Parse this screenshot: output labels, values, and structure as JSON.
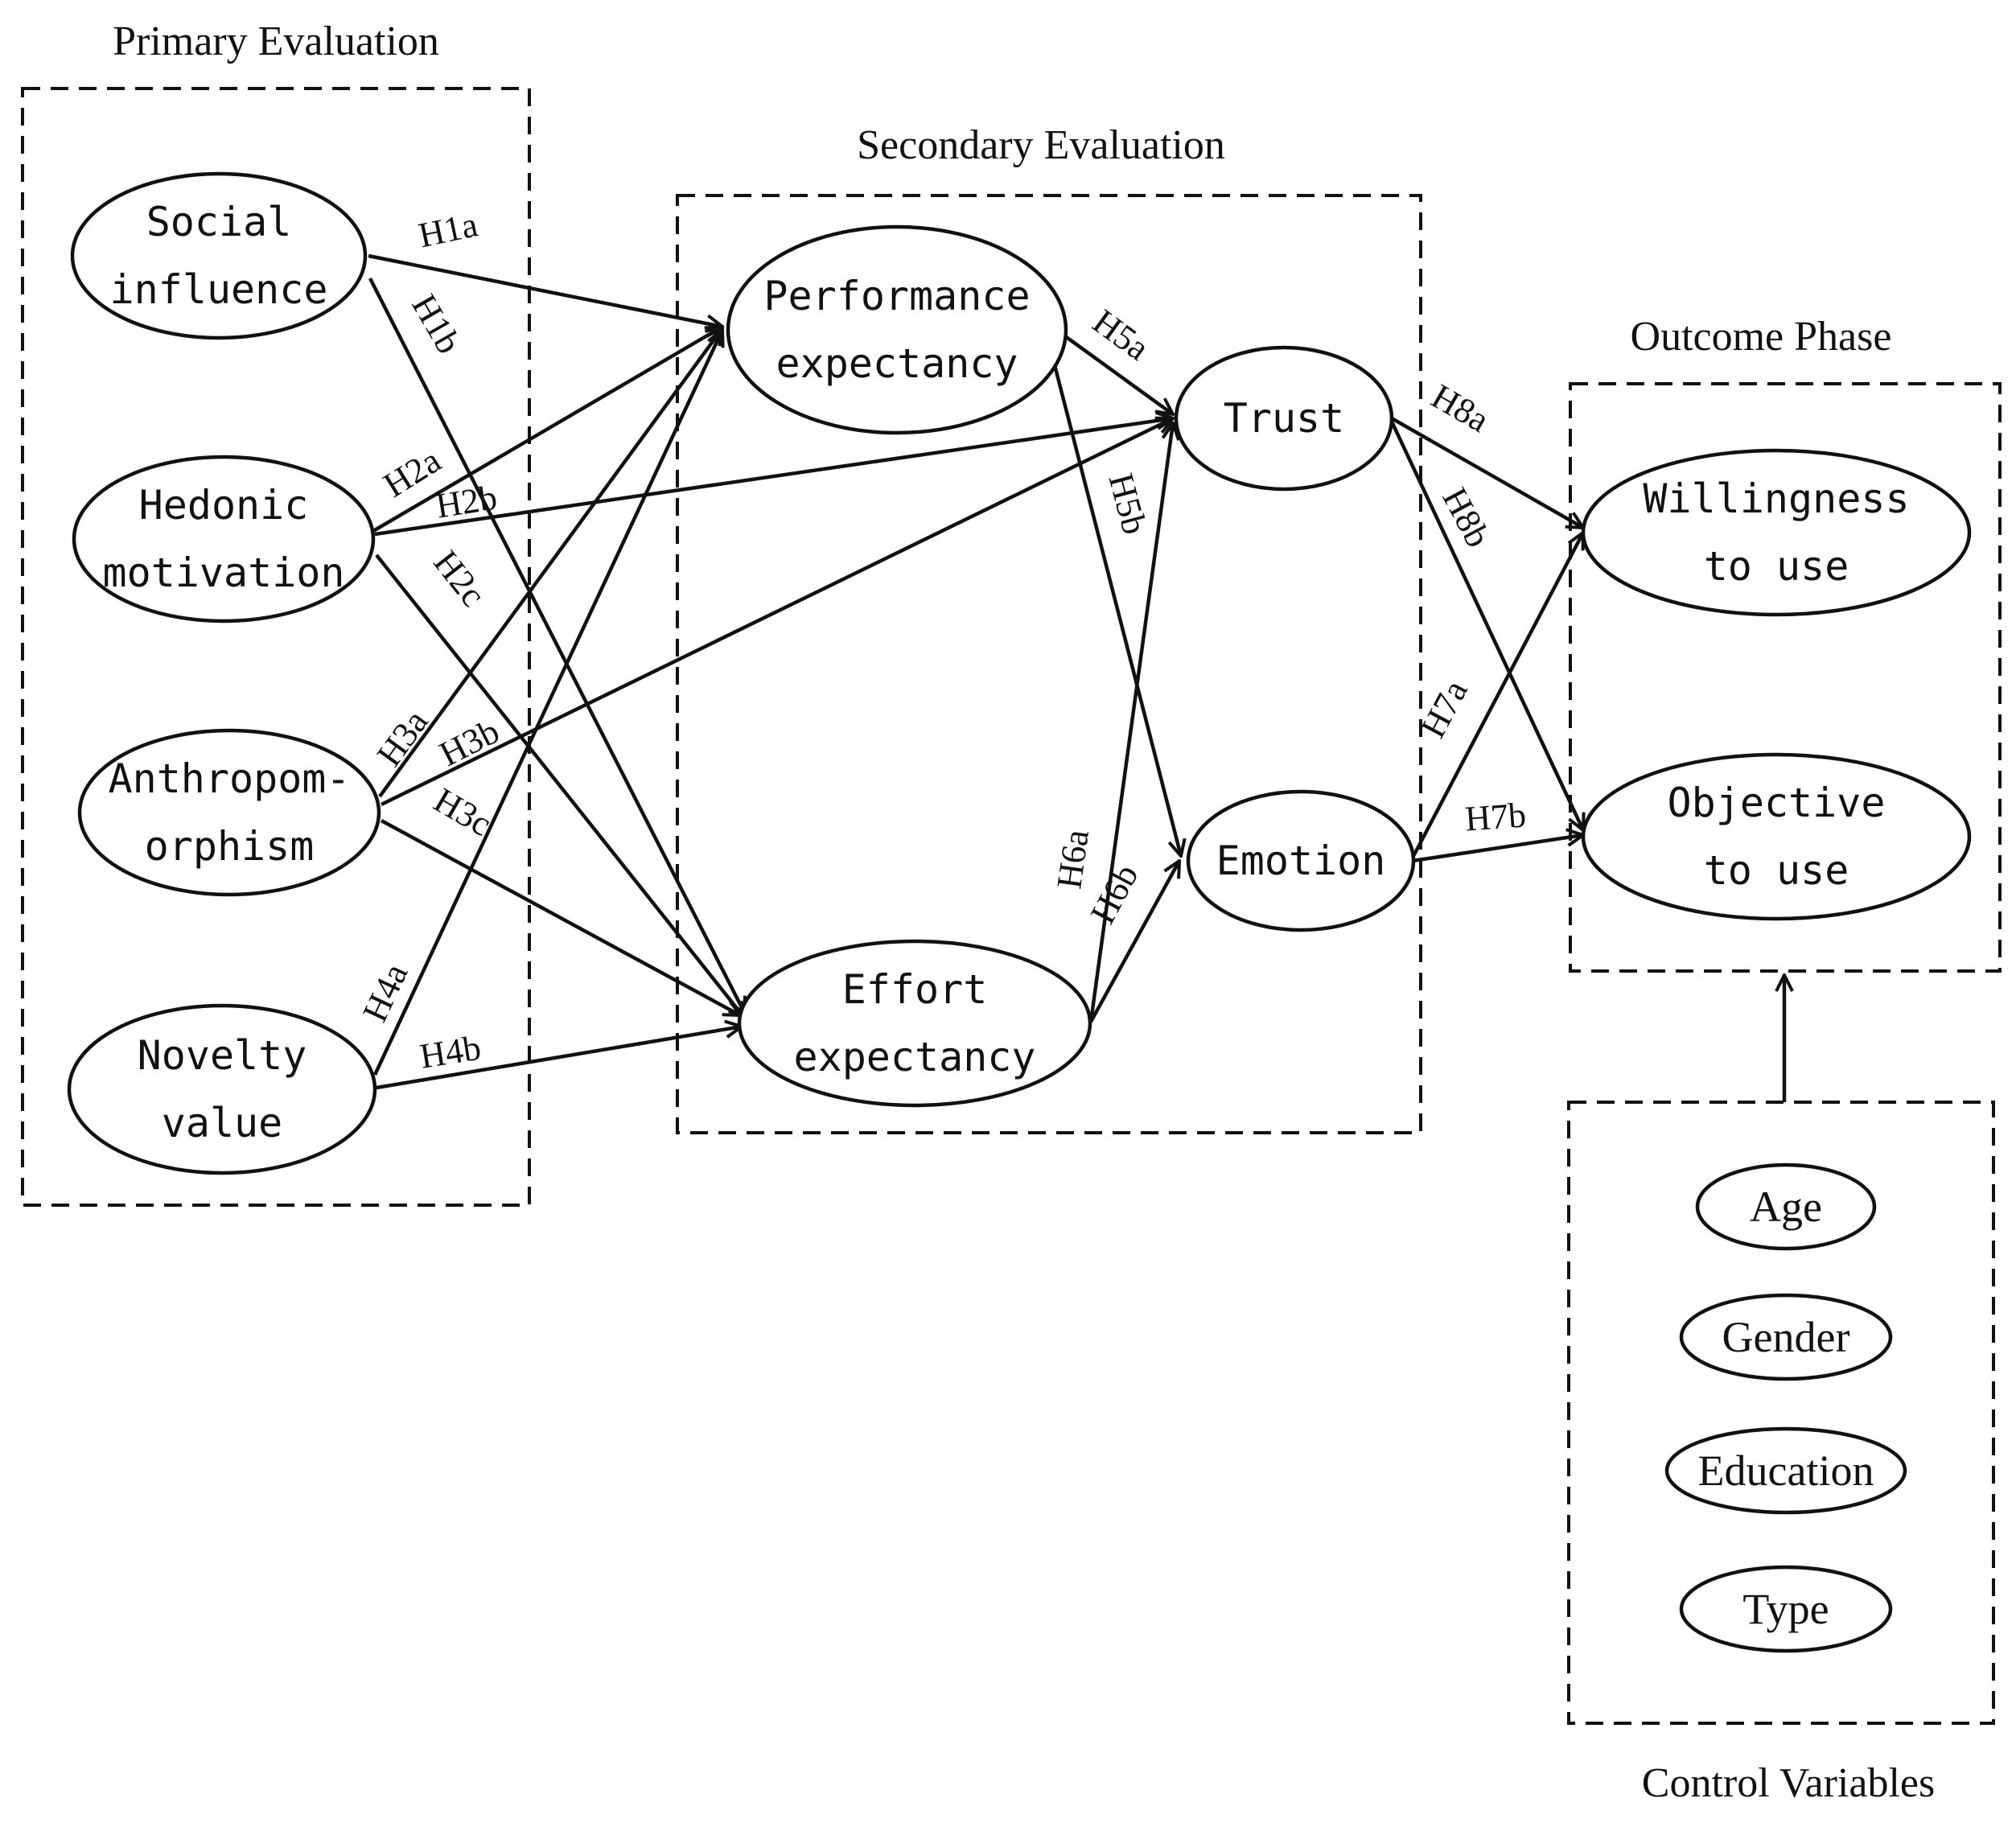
{
  "groups": {
    "primary": {
      "title": "Primary Evaluation"
    },
    "secondary": {
      "title": "Secondary Evaluation"
    },
    "outcome": {
      "title": "Outcome Phase"
    },
    "control": {
      "title": "Control Variables"
    }
  },
  "nodes": {
    "social": {
      "lines": [
        "Social",
        "influence"
      ]
    },
    "hedonic": {
      "lines": [
        "Hedonic",
        "motivation"
      ]
    },
    "anthro": {
      "lines": [
        "Anthropom-",
        "orphism"
      ]
    },
    "novelty": {
      "lines": [
        "Novelty",
        "value"
      ]
    },
    "perf": {
      "lines": [
        "Performance",
        "expectancy"
      ]
    },
    "effort": {
      "lines": [
        "Effort",
        "expectancy"
      ]
    },
    "trust": {
      "lines": [
        "Trust"
      ]
    },
    "emotion": {
      "lines": [
        "Emotion"
      ]
    },
    "willing": {
      "lines": [
        "Willingness",
        "to use"
      ]
    },
    "objective": {
      "lines": [
        "Objective",
        "to use"
      ]
    }
  },
  "controls": [
    "Age",
    "Gender",
    "Education",
    "Type"
  ],
  "edges": [
    {
      "from": "social",
      "to": "perf",
      "label": "H1a"
    },
    {
      "from": "social",
      "to": "effort",
      "label": "H1b"
    },
    {
      "from": "hedonic",
      "to": "perf",
      "label": "H2a"
    },
    {
      "from": "hedonic",
      "to": "trust",
      "label": "H2b"
    },
    {
      "from": "hedonic",
      "to": "effort",
      "label": "H2c"
    },
    {
      "from": "anthro",
      "to": "perf",
      "label": "H3a"
    },
    {
      "from": "anthro",
      "to": "trust",
      "label": "H3b"
    },
    {
      "from": "anthro",
      "to": "effort",
      "label": "H3c"
    },
    {
      "from": "novelty",
      "to": "perf",
      "label": "H4a"
    },
    {
      "from": "novelty",
      "to": "effort",
      "label": "H4b"
    },
    {
      "from": "perf",
      "to": "trust",
      "label": "H5a"
    },
    {
      "from": "perf",
      "to": "emotion",
      "label": "H5b"
    },
    {
      "from": "effort",
      "to": "trust",
      "label": "H6a"
    },
    {
      "from": "effort",
      "to": "emotion",
      "label": "H6b"
    },
    {
      "from": "emotion",
      "to": "willing",
      "label": "H7a"
    },
    {
      "from": "emotion",
      "to": "objective",
      "label": "H7b"
    },
    {
      "from": "trust",
      "to": "willing",
      "label": "H8a"
    },
    {
      "from": "trust",
      "to": "objective",
      "label": "H8b"
    },
    {
      "from": "control-box",
      "to": "outcome-box",
      "label": ""
    }
  ]
}
